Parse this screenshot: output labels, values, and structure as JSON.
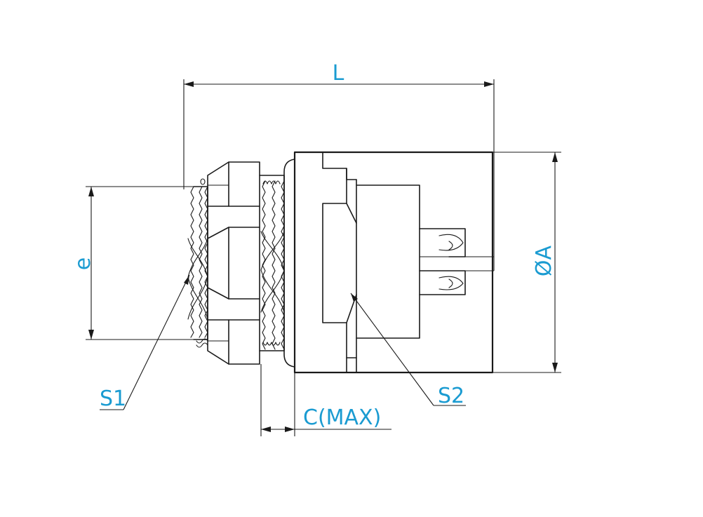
{
  "labels": {
    "L": "L",
    "e": "e",
    "A": "ØA",
    "S1": "S1",
    "S2": "S2",
    "C": "C(MAX)"
  },
  "colors": {
    "label": "#1a9bd1",
    "line": "#1a1a1a",
    "background": "#ffffff"
  }
}
